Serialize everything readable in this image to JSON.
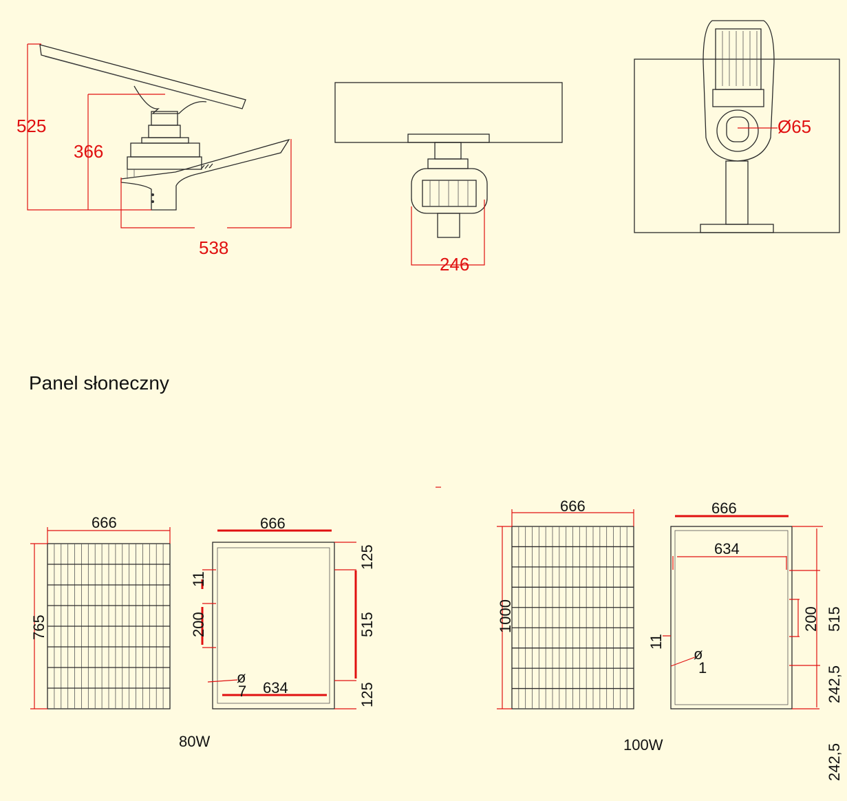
{
  "colors": {
    "background": "#fffbe0",
    "dimension": "#e01010",
    "line": "#2a2a2a"
  },
  "lamp_views": {
    "side": {
      "height_total": "525",
      "height_pole": "366",
      "width": "538"
    },
    "front": {
      "width": "246"
    },
    "bottom": {
      "diameter": "Ø65"
    }
  },
  "section_title": "Panel słoneczny",
  "panel_80w": {
    "label": "80W",
    "front": {
      "width": "666",
      "height": "765"
    },
    "frame": {
      "width": "666",
      "inner_width": "634",
      "hole_slot": "11",
      "hole_spacing": "200",
      "mount_span": "515",
      "top_offset": "125",
      "bottom_offset": "125",
      "diameter_symbol": "ø",
      "diameter": "7"
    }
  },
  "panel_100w": {
    "label": "100W",
    "front": {
      "width": "666",
      "height": "1000"
    },
    "frame": {
      "width": "666",
      "inner_width": "634",
      "hole_slot": "11",
      "hole_spacing": "200",
      "mount_span": "515",
      "offset_a": "242,5",
      "offset_b": "242,5",
      "diameter_symbol": "ø",
      "diameter": "1"
    }
  }
}
